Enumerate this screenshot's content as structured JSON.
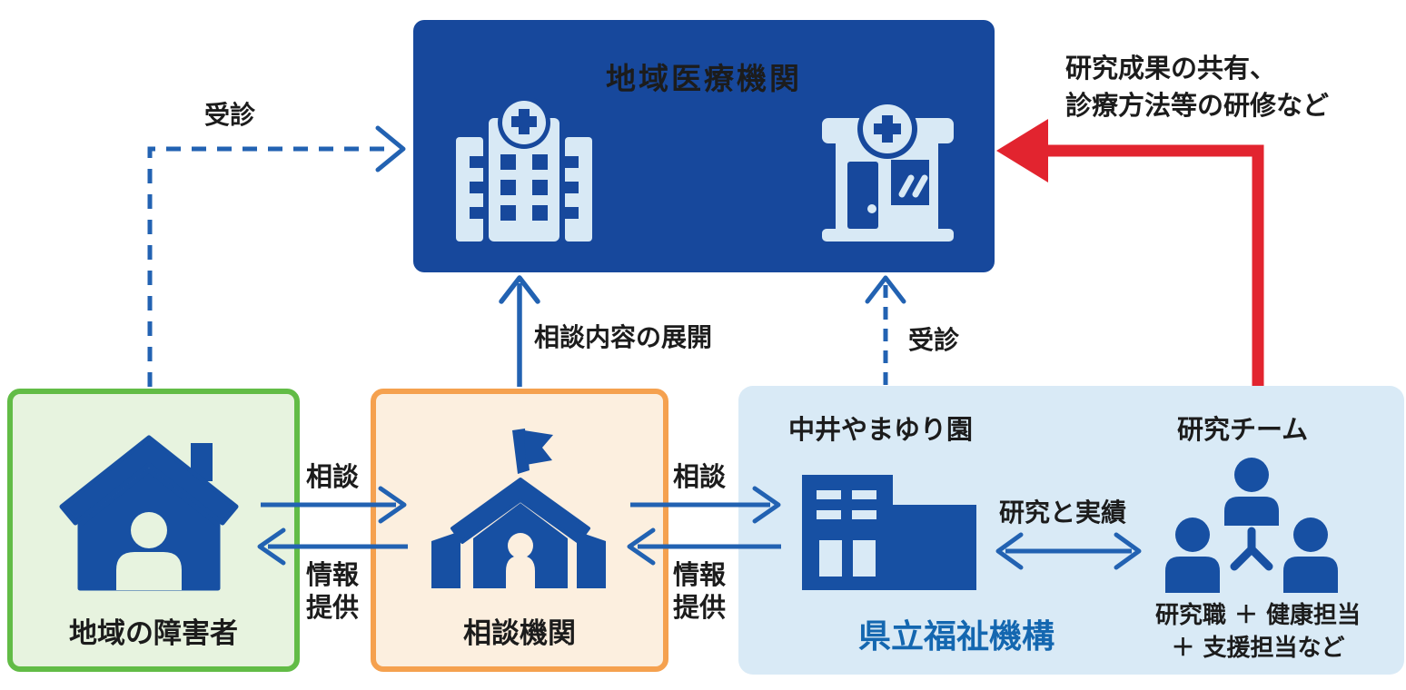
{
  "diagram": {
    "medical": {
      "title": "地域医療機関"
    },
    "community": {
      "label": "地域の障害者"
    },
    "consult": {
      "label": "相談機関"
    },
    "welfare": {
      "facility": "中井やまゆり園",
      "org": "県立福祉機構",
      "team": "研究チーム",
      "team_members": "研究職 ＋ 健康担当\n＋ 支援担当など"
    },
    "arrows": {
      "jushin_left": "受診",
      "consult_expand": "相談内容の展開",
      "jushin_right": "受診",
      "soudan_left": "相談",
      "jouhou_left": "情報\n提供",
      "soudan_right": "相談",
      "jouhou_right": "情報\n提供",
      "research_results": "研究と実績",
      "red_note": "研究成果の共有、\n診療方法等の研修など"
    },
    "colors": {
      "medical_bg": "#17489C",
      "icon_light": "#D8E9F5",
      "icon_blue": "#1750A3",
      "arrow_blue": "#2262B2",
      "red_arrow": "#E2242F",
      "green_border": "#62BC46",
      "green_bg": "#E7F3DF",
      "orange_border": "#F5A14F",
      "orange_bg": "#FCEFDF",
      "welfare_bg": "#D9EAF6",
      "org_text": "#1467B0"
    }
  }
}
